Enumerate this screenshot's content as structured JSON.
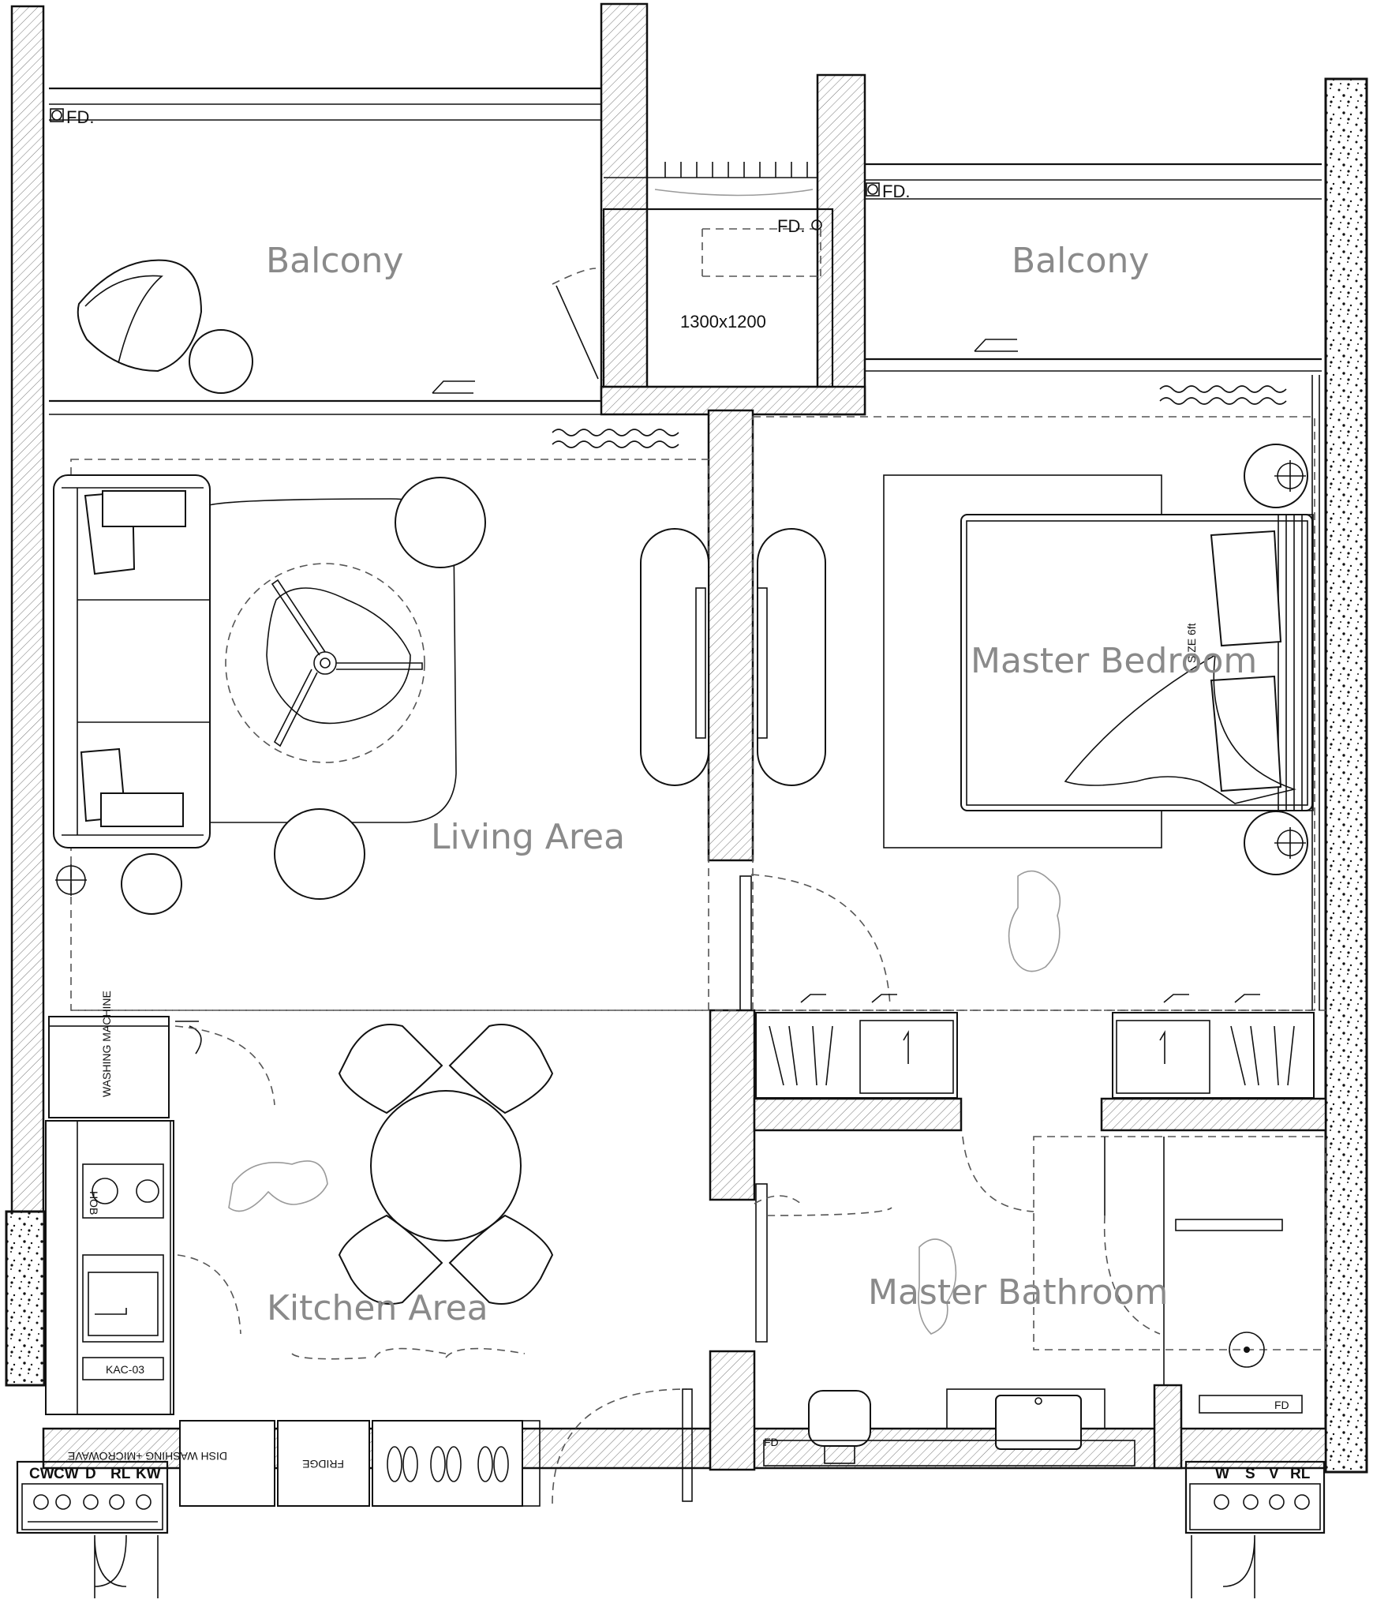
{
  "rooms": {
    "balcony_left": "Balcony",
    "balcony_right": "Balcony",
    "living": "Living Area",
    "master_bedroom": "Master Bedroom",
    "kitchen": "Kitchen Area",
    "master_bathroom": "Master Bathroom"
  },
  "tags": {
    "floor_drain_1": "FD.",
    "floor_drain_2": "FD.",
    "floor_drain_3": "FD.",
    "floor_drain_bath": "FD",
    "floor_drain_shower": "FD",
    "ac_ledge_size": "1300x1200",
    "washing_machine": "WASHING MACHINE",
    "hob": "HOB",
    "dishwasher": "DISH WASHING +MICROWAVE",
    "fridge": "FRIDGE",
    "kac": "KAC-03",
    "bed_size": "SIZE 6ft"
  },
  "services_left": [
    "CW",
    "CW",
    "D",
    "RL",
    "KW"
  ],
  "services_right": [
    "W",
    "S",
    "V",
    "RL"
  ]
}
